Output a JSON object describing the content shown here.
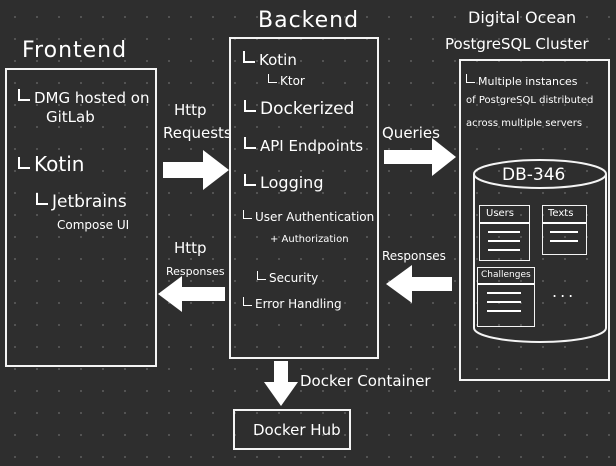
{
  "frontend": {
    "title": "Frontend",
    "items": [
      "DMG hosted on",
      "GitLab",
      "Kotin",
      "Jetbrains",
      "Compose UI"
    ]
  },
  "backend": {
    "title": "Backend",
    "items": [
      "Kotin",
      "Ktor",
      "Dockerized",
      "API Endpoints",
      "Logging",
      "User Authentication",
      "+ Authorization",
      "Security",
      "Error Handling"
    ]
  },
  "cluster": {
    "title_line1": "Digital Ocean",
    "title_line2": "PostgreSQL Cluster",
    "description": [
      "Multiple instances",
      "of PostgreSQL distributed",
      "across multiple servers"
    ],
    "db_name": "DB-346",
    "tables": [
      "Users",
      "Texts",
      "Challenges"
    ],
    "more": "..."
  },
  "arrows": {
    "http_requests_1": "Http",
    "http_requests_2": "Requests",
    "http_responses_1": "Http",
    "http_responses_2": "Responses",
    "queries": "Queries",
    "responses": "Responses",
    "docker_container": "Docker Container"
  },
  "docker_hub": "Docker Hub",
  "colors": {
    "background": "#2e2e2e",
    "ink": "#ffffff",
    "grid_dot": "#5a5a5a"
  }
}
